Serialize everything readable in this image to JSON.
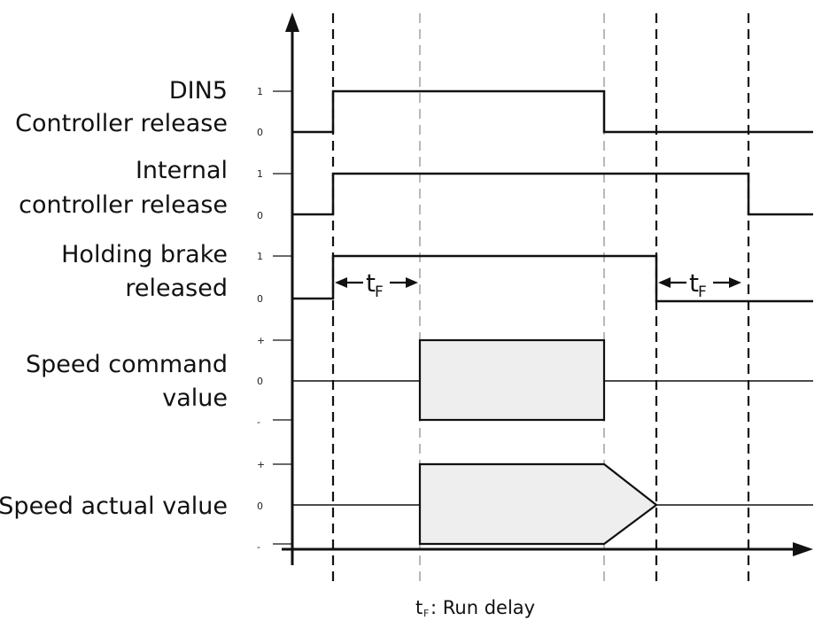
{
  "signals": [
    {
      "name": "din5-controller-release",
      "label_lines": [
        "DIN5",
        "Controller release"
      ],
      "levels": [
        "1",
        "0"
      ]
    },
    {
      "name": "internal-controller-release",
      "label_lines": [
        "Internal",
        "controller release"
      ],
      "levels": [
        "1",
        "0"
      ]
    },
    {
      "name": "holding-brake-released",
      "label_lines": [
        "Holding brake",
        "released"
      ],
      "levels": [
        "1",
        "0"
      ]
    },
    {
      "name": "speed-command-value",
      "label_lines": [
        "Speed command",
        "value"
      ],
      "levels": [
        "+",
        "0",
        "-"
      ]
    },
    {
      "name": "speed-actual-value",
      "label_lines": [
        "Speed actual value"
      ],
      "levels": [
        "+",
        "0",
        "-"
      ]
    }
  ],
  "run_delay": {
    "symbol": "t",
    "subscript": "F",
    "legend_symbol": "t",
    "legend_subscript": "F",
    "legend_text": ": Run delay"
  }
}
